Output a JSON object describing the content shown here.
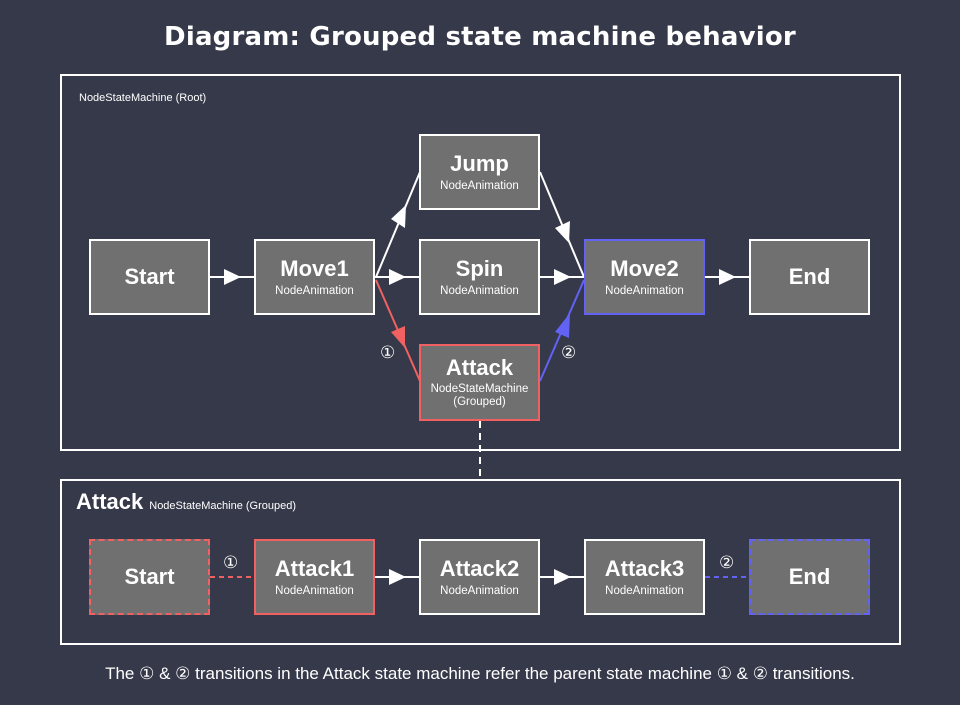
{
  "title": "Diagram: Grouped state machine behavior",
  "colors": {
    "background": "#363949",
    "node_fill": "#707070",
    "white": "#ffffff",
    "red": "#f26161",
    "blue": "#6262f5"
  },
  "root_panel": {
    "caption": "NodeStateMachine (Root)",
    "nodes": {
      "start": {
        "name": "Start"
      },
      "move1": {
        "name": "Move1",
        "type": "NodeAnimation"
      },
      "jump": {
        "name": "Jump",
        "type": "NodeAnimation"
      },
      "spin": {
        "name": "Spin",
        "type": "NodeAnimation"
      },
      "attack": {
        "name": "Attack",
        "type": "NodeStateMachine",
        "type2": "(Grouped)"
      },
      "move2": {
        "name": "Move2",
        "type": "NodeAnimation"
      },
      "end": {
        "name": "End"
      }
    },
    "transition_labels": {
      "one": "①",
      "two": "②"
    }
  },
  "group_panel": {
    "title": "Attack",
    "subtitle": "NodeStateMachine (Grouped)",
    "nodes": {
      "start": {
        "name": "Start"
      },
      "attack1": {
        "name": "Attack1",
        "type": "NodeAnimation"
      },
      "attack2": {
        "name": "Attack2",
        "type": "NodeAnimation"
      },
      "attack3": {
        "name": "Attack3",
        "type": "NodeAnimation"
      },
      "end": {
        "name": "End"
      }
    },
    "transition_labels": {
      "one": "①",
      "two": "②"
    }
  },
  "footer": "The ① & ② transitions in the Attack state machine refer the parent state machine ① & ② transitions."
}
